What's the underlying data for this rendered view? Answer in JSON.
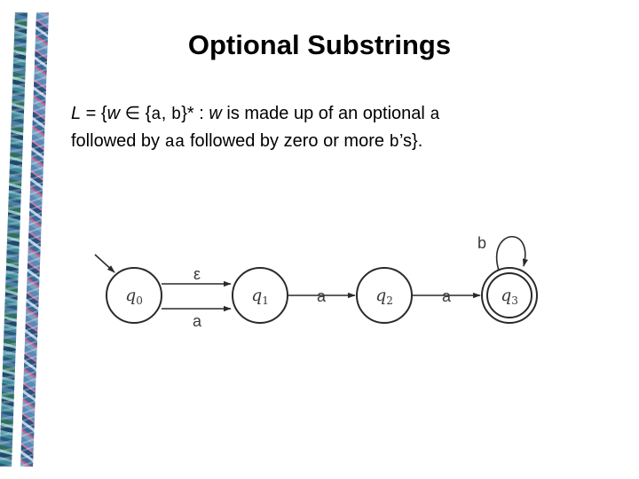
{
  "title": "Optional Substrings",
  "definition": {
    "set_name": "L",
    "eq": " = {",
    "var_w": "w",
    "elem": " ∈ {",
    "sym_a": "a",
    "comma": ", ",
    "sym_b": "b",
    "star_colon": "}* : ",
    "var_w2": "w",
    "text1": " is made up of an optional ",
    "opt_a": "a",
    "text2": "followed by ",
    "aa": "aa",
    "text3": " followed by zero or more ",
    "bs": "b",
    "tail": "’s}."
  },
  "fsm": {
    "states": [
      {
        "name": "q",
        "sub": "0",
        "start": true,
        "accept": false
      },
      {
        "name": "q",
        "sub": "1",
        "start": false,
        "accept": false
      },
      {
        "name": "q",
        "sub": "2",
        "start": false,
        "accept": false
      },
      {
        "name": "q",
        "sub": "3",
        "start": false,
        "accept": true
      }
    ],
    "transitions": [
      {
        "from": "q0",
        "to": "q1",
        "label": "ε"
      },
      {
        "from": "q0",
        "to": "q1",
        "label": "a"
      },
      {
        "from": "q1",
        "to": "q2",
        "label": "a"
      },
      {
        "from": "q2",
        "to": "q3",
        "label": "a"
      },
      {
        "from": "q3",
        "to": "q3",
        "label": "b"
      }
    ]
  }
}
